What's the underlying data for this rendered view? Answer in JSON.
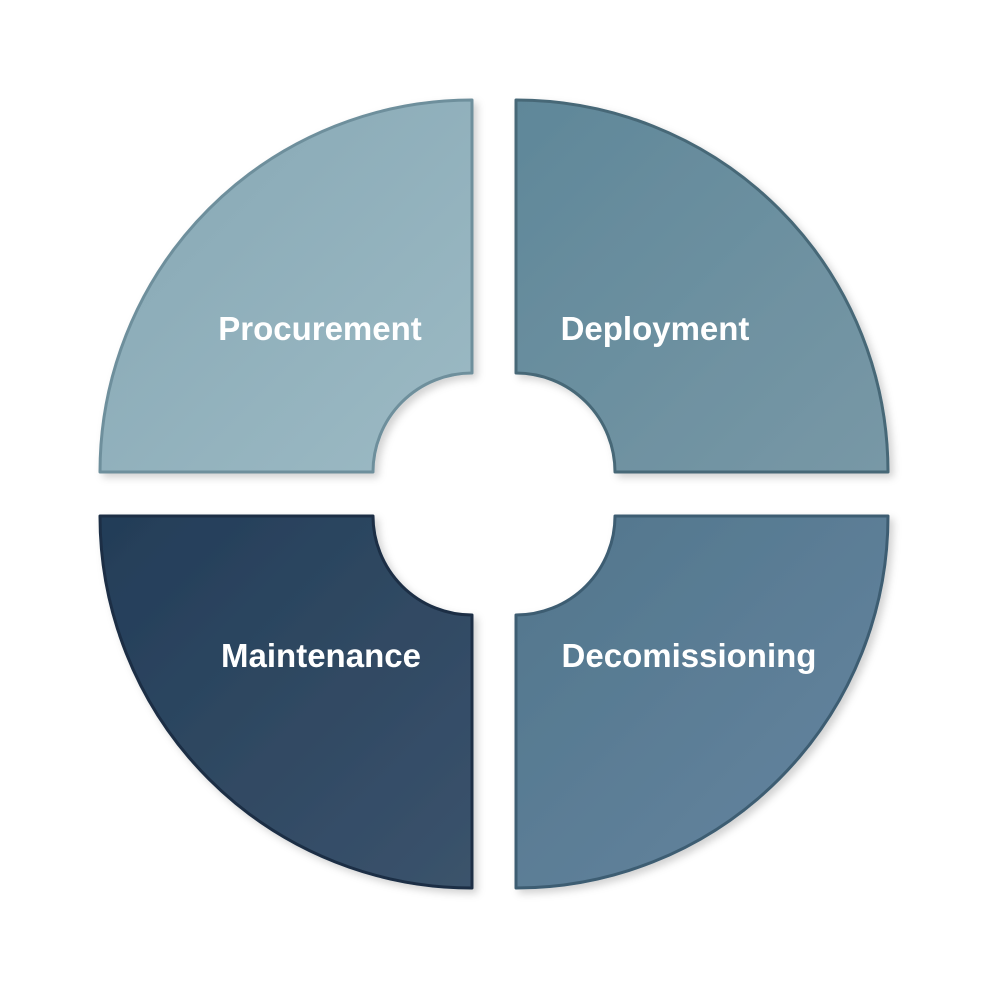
{
  "diagram": {
    "segments": [
      {
        "label": "Procurement",
        "color_from": "#86a7b4",
        "color_to": "#9cbac4",
        "stroke": "#6e8f9c"
      },
      {
        "label": "Deployment",
        "color_from": "#5f8799",
        "color_to": "#7898a6",
        "stroke": "#466777"
      },
      {
        "label": "Maintenance",
        "color_from": "#233d58",
        "color_to": "#3b536c",
        "stroke": "#1a2e44"
      },
      {
        "label": "Decomissioning",
        "color_from": "#52768c",
        "color_to": "#6585a0",
        "stroke": "#3e5d72"
      }
    ]
  }
}
